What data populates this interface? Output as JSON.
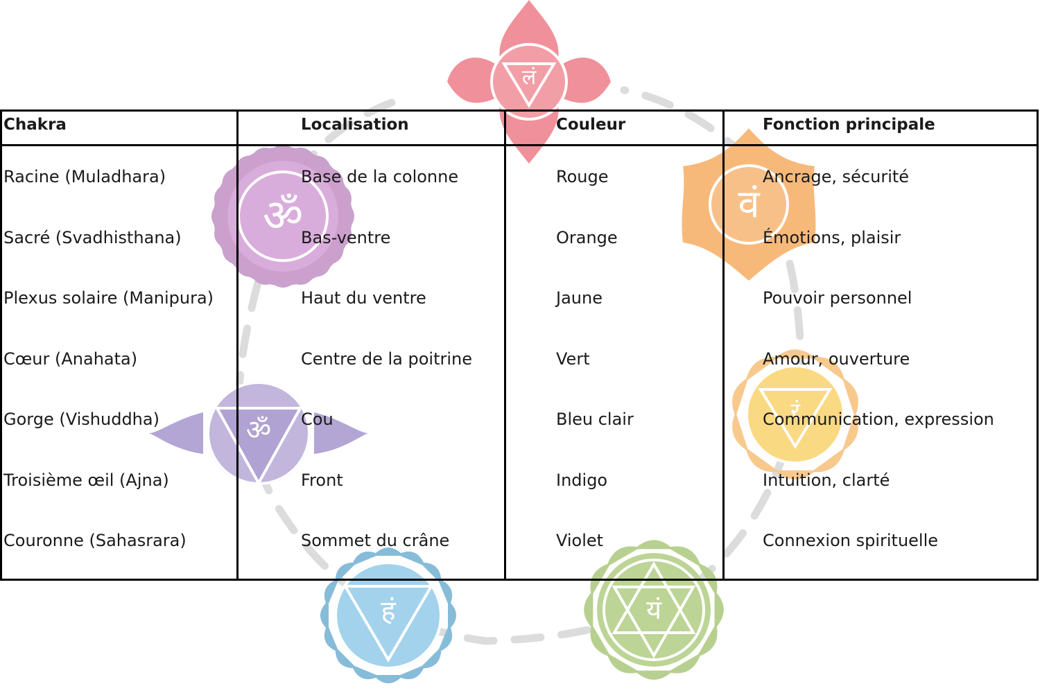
{
  "table": {
    "headers": [
      "Chakra",
      "Localisation",
      "Couleur",
      "Fonction principale"
    ],
    "rows": [
      [
        "Racine (Muladhara)",
        "Base de la colonne",
        "Rouge",
        "Ancrage, sécurité"
      ],
      [
        "Sacré (Svadhisthana)",
        "Bas-ventre",
        "Orange",
        "Émotions, plaisir"
      ],
      [
        "Plexus solaire (Manipura)",
        "Haut du ventre",
        "Jaune",
        "Pouvoir personnel"
      ],
      [
        "Cœur (Anahata)",
        "Centre de la poitrine",
        "Vert",
        "Amour, ouverture"
      ],
      [
        "Gorge (Vishuddha)",
        "Cou",
        "Bleu clair",
        "Communication, expression"
      ],
      [
        "Troisième œil (Ajna)",
        "Front",
        "Indigo",
        "Intuition, clarté"
      ],
      [
        "Couronne (Sahasrara)",
        "Sommet du crâne",
        "Violet",
        "Connexion spirituelle"
      ]
    ]
  },
  "chakra_symbols": [
    {
      "name": "root",
      "glyph": "लं",
      "color": "#f0949c"
    },
    {
      "name": "sacral",
      "glyph": "वं",
      "color": "#f7b97a"
    },
    {
      "name": "solar-plexus",
      "glyph": "रं",
      "color": "#f9d27c"
    },
    {
      "name": "heart",
      "glyph": "यं",
      "color": "#b6cf8e"
    },
    {
      "name": "throat",
      "glyph": "हं",
      "color": "#8cc3de"
    },
    {
      "name": "third-eye",
      "glyph": "ॐ",
      "color": "#b8aad6"
    },
    {
      "name": "crown",
      "glyph": "ॐ",
      "color": "#d6a9d6"
    }
  ]
}
